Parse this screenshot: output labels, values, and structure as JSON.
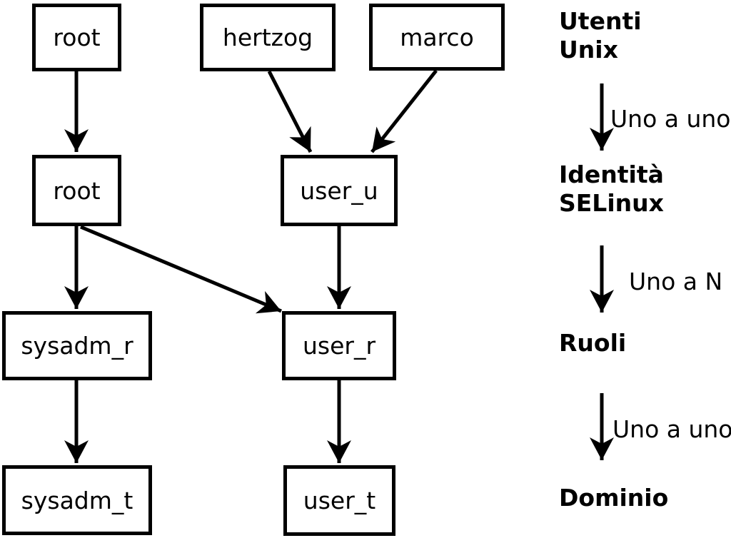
{
  "diagram": {
    "nodes": {
      "unix_root": {
        "label": "root"
      },
      "unix_hertzog": {
        "label": "hertzog"
      },
      "unix_marco": {
        "label": "marco"
      },
      "identity_root": {
        "label": "root"
      },
      "identity_user_u": {
        "label": "user_u"
      },
      "role_sysadm_r": {
        "label": "sysadm_r"
      },
      "role_user_r": {
        "label": "user_r"
      },
      "domain_sysadm_t": {
        "label": "sysadm_t"
      },
      "domain_user_t": {
        "label": "user_t"
      }
    },
    "legend": {
      "levels": [
        {
          "lines": [
            "Utenti",
            "Unix"
          ]
        },
        {
          "lines": [
            "Identità",
            "SELinux"
          ]
        },
        {
          "lines": [
            "Ruoli"
          ]
        },
        {
          "lines": [
            "Dominio"
          ]
        }
      ],
      "relations": [
        {
          "label": "Uno a uno"
        },
        {
          "label": "Uno a N"
        },
        {
          "label": "Uno a uno"
        }
      ]
    },
    "colors": {
      "foreground": "#000000",
      "background": "#ffffff"
    }
  }
}
